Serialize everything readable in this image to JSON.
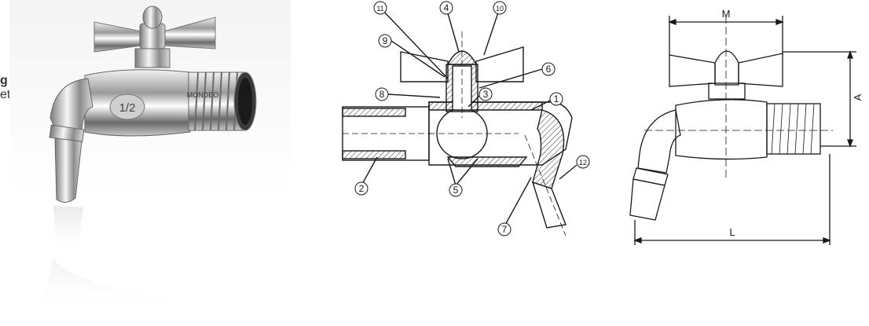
{
  "side_text": {
    "line1_bold": "g",
    "line1_rest": " /",
    "line2": "ets,"
  },
  "product_photo": {
    "badge_text": "1/2",
    "brand_text": "MONDEO"
  },
  "section_view": {
    "callouts": [
      "1",
      "2",
      "3",
      "4",
      "5",
      "6",
      "7",
      "8",
      "9",
      "10",
      "11",
      "12"
    ]
  },
  "dimension_view": {
    "label_m": "M",
    "label_a": "A",
    "label_l": "L"
  },
  "colors": {
    "line": "#1a1a1a",
    "hatch": "#333333",
    "chrome_dark": "#5a5a5a",
    "chrome_light": "#e8e8e8"
  }
}
